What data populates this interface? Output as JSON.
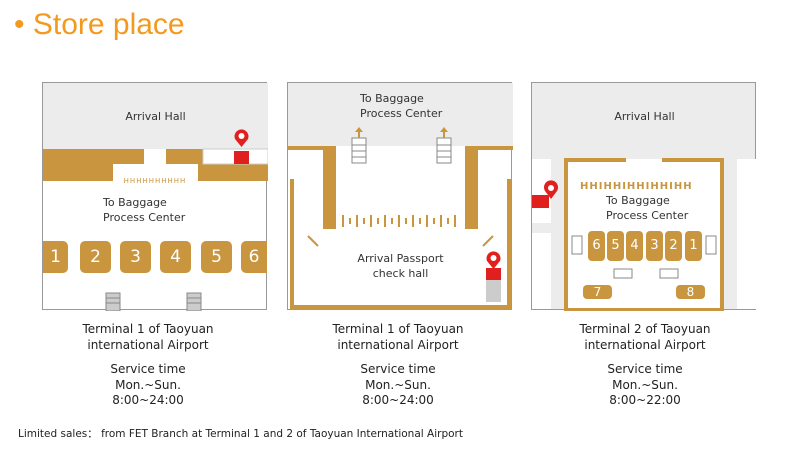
{
  "title": "Store place",
  "maps": [
    {
      "labels": [
        "Arrival Hall",
        "To Baggage",
        "Process Center"
      ],
      "gates": [
        "1",
        "2",
        "3",
        "4",
        "5",
        "6"
      ],
      "caption": [
        "Terminal 1 of Taoyuan",
        "international Airport"
      ],
      "service": [
        "Service time",
        "Mon.~Sun.",
        "8:00~24:00"
      ]
    },
    {
      "labels": [
        "To Baggage",
        "Process Center",
        "Arrival Passport",
        "check hall"
      ],
      "caption": [
        "Terminal 1 of Taoyuan",
        "international Airport"
      ],
      "service": [
        "Service time",
        "Mon.~Sun.",
        "8:00~24:00"
      ]
    },
    {
      "labels": [
        "Arrival Hall",
        "To Baggage",
        "Process Center"
      ],
      "gates": [
        "6",
        "5",
        "4",
        "3",
        "2",
        "1",
        "7",
        "8"
      ],
      "barrier": "HHIHHIHHIHHIHH",
      "caption": [
        "Terminal 2 of Taoyuan",
        "international Airport"
      ],
      "service": [
        "Service time",
        "Mon.~Sun.",
        "8:00~22:00"
      ]
    }
  ],
  "footer": "Limited sales： from FET Branch at Terminal 1 and 2 of Taoyuan International Airport",
  "colors": {
    "accent": "#F39A1E",
    "gold": "#C9963F",
    "marker": "#E0201E"
  }
}
